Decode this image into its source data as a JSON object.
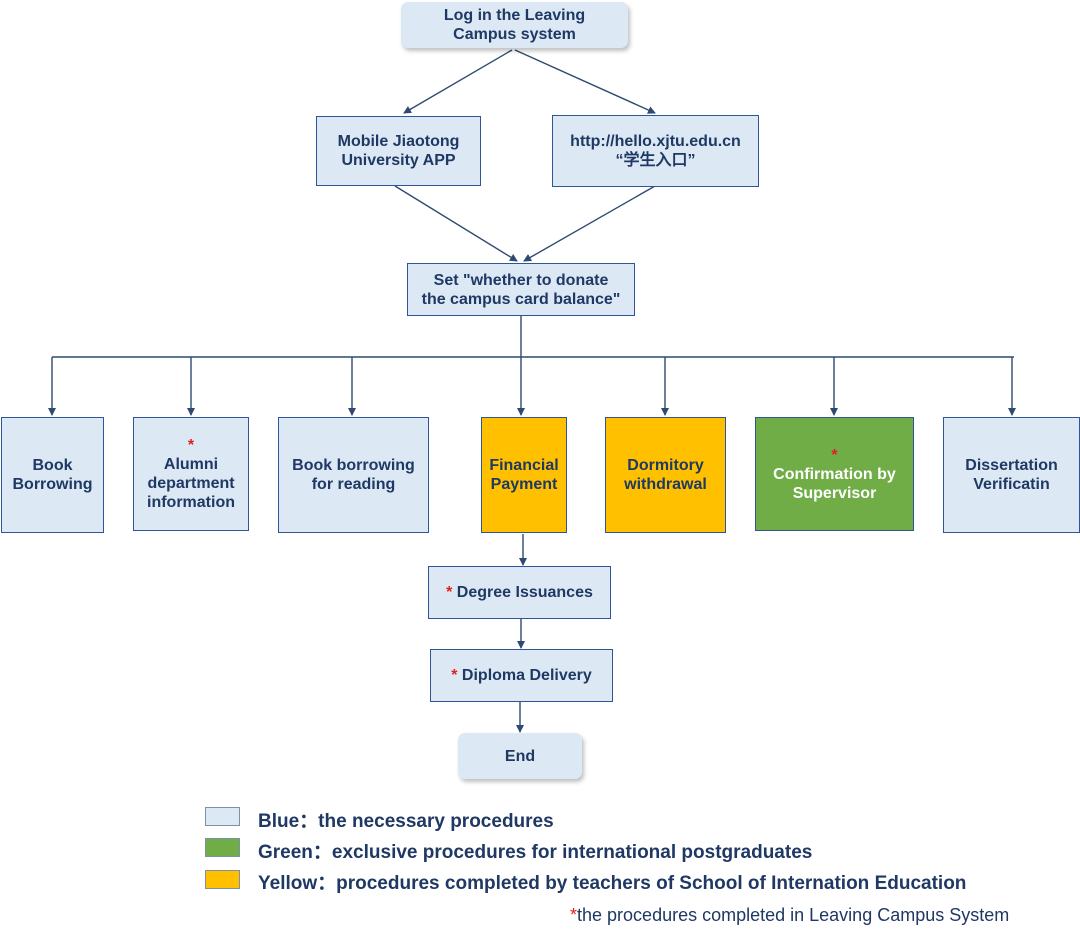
{
  "nodes": {
    "login": {
      "line1": "Log in the Leaving",
      "line2": "Campus system"
    },
    "mobile_app": {
      "line1": "Mobile Jiaotong",
      "line2": "University APP"
    },
    "website": {
      "line1": "http://hello.xjtu.edu.cn",
      "line2": "“学生入口”"
    },
    "donate": {
      "line1": "Set \"whether to donate",
      "line2": "the campus card balance\""
    },
    "book_borrowing": {
      "line1": "Book",
      "line2": "Borrowing"
    },
    "alumni": {
      "star": "*",
      "line1": "Alumni",
      "line2": "department",
      "line3": "information"
    },
    "book_reading": {
      "line1": "Book borrowing",
      "line2": "for reading"
    },
    "financial": {
      "line1": "Financial",
      "line2": "Payment"
    },
    "dormitory": {
      "line1": "Dormitory",
      "line2": "withdrawal"
    },
    "supervisor": {
      "star": "*",
      "line1": "Confirmation by",
      "line2": "Supervisor"
    },
    "dissertation": {
      "line1": "Dissertation",
      "line2": "Verificatin"
    },
    "degree": {
      "star": "*",
      "label": "Degree Issuances"
    },
    "diploma": {
      "star": "*",
      "label": "Diploma Delivery"
    },
    "end": {
      "label": "End"
    }
  },
  "legend": [
    {
      "text": "Blue：the necessary procedures",
      "color": "#dce9f5"
    },
    {
      "text": "Green：exclusive procedures for international postgraduates",
      "color": "#70ad47"
    },
    {
      "text": "Yellow：procedures completed by teachers of  School of Internation Education",
      "color": "#ffc000"
    }
  ],
  "footnote": {
    "star": "*",
    "text": "the procedures completed in Leaving Campus System"
  },
  "colors": {
    "blue_box": "#dce9f5",
    "green_box": "#70ad47",
    "yellow_box": "#ffc000",
    "arrow": "#2f4a70",
    "text": "#1f3864",
    "star": "#e02020"
  }
}
